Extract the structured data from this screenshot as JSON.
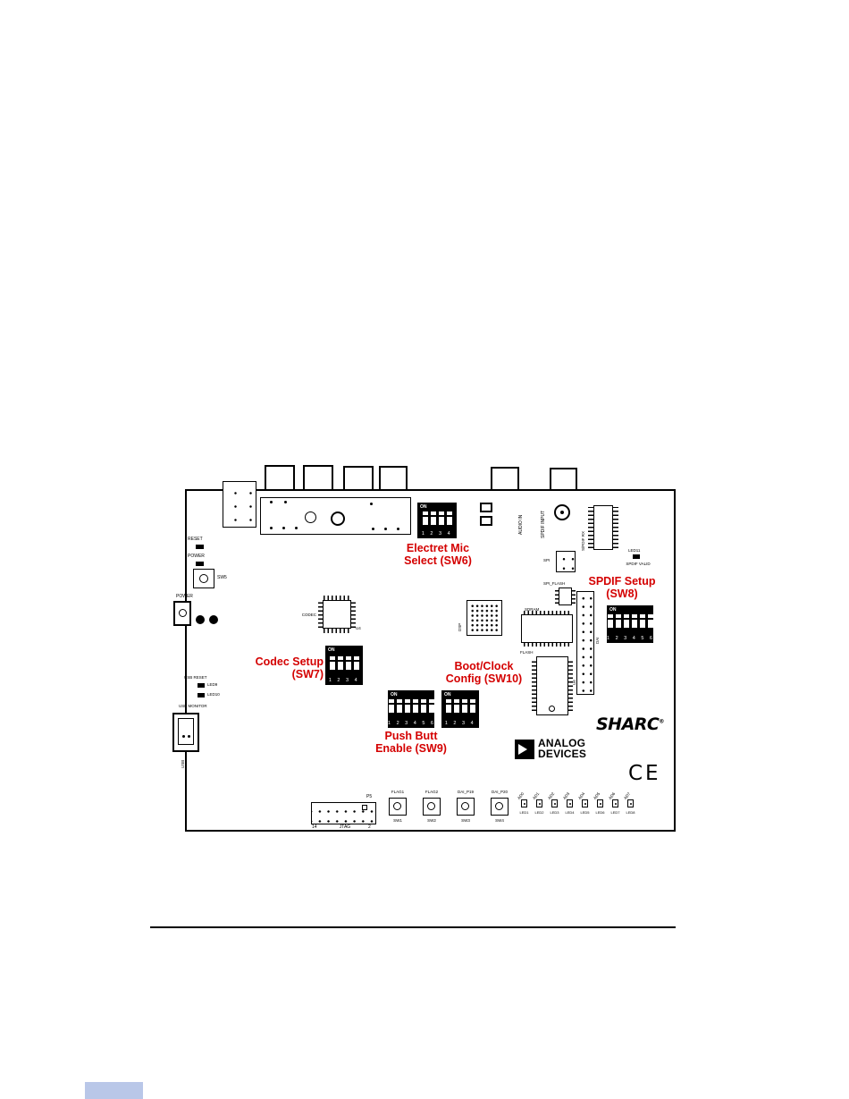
{
  "annotations": {
    "color": "#d40000",
    "electret": {
      "line1": "Electret Mic",
      "line2": "Select (SW6)"
    },
    "codec": {
      "line1": "Codec Setup",
      "line2": "(SW7)"
    },
    "spdif": {
      "line1": "SPDIF Setup",
      "line2": "(SW8)"
    },
    "boot": {
      "line1": "Boot/Clock",
      "line2": "Config (SW10)"
    },
    "push": {
      "line1": "Push Butt",
      "line2": "Enable (SW9)"
    }
  },
  "switches": {
    "sw6": {
      "on": "ON",
      "numbers": "1 2 3 4"
    },
    "sw7": {
      "on": "ON",
      "numbers": "1 2 3 4"
    },
    "sw8": {
      "on": "ON",
      "numbers": "1 2 3 4 5 6"
    },
    "sw9": {
      "on": "ON",
      "numbers": "1 2 3 4 5 6"
    },
    "sw10": {
      "on": "ON",
      "numbers": "1 2 3 4"
    }
  },
  "silkscreen": {
    "audio_in": "AUDIO IN",
    "spdif_input": "SPDIF INPUT",
    "spdif_rx": "S/PDIF RX",
    "led11": "LED11",
    "spdif_valid": "SPDIF VALID",
    "reset": "RESET",
    "power": "POWER",
    "sw5": "SW5",
    "power_jack": "POWER",
    "codec": "CODEC",
    "u4": "U4",
    "dsp": "DSP",
    "sdram": "SDRAM",
    "spi": "SPI",
    "spi_flash": "SPI_FLASH",
    "dai": "DAI",
    "flash": "FLASH",
    "u6": "U6",
    "usb_reset": "USB RESET",
    "led9": "LED9",
    "led10": "LED10",
    "usb_monitor": "USB MONITOR",
    "usb": "USB",
    "jtag": "JTAG",
    "p5": "P5",
    "jtag_pin14": "14",
    "jtag_pin2": "2"
  },
  "push_buttons": [
    {
      "label": "FLAG1",
      "ref": "SW1"
    },
    {
      "label": "FLAG2",
      "ref": "SW2"
    },
    {
      "label": "DAI_P19",
      "ref": "SW3"
    },
    {
      "label": "DAI_P20",
      "ref": "SW4"
    }
  ],
  "led_row": {
    "top": [
      "AD0",
      "AD1",
      "AD2",
      "AD3",
      "AD4",
      "AD5",
      "AD6",
      "AD7"
    ],
    "bottom": [
      "LED1",
      "LED2",
      "LED3",
      "LED4",
      "LED5",
      "LED6",
      "LED7",
      "LED8"
    ]
  },
  "logos": {
    "analog_line1": "ANALOG",
    "analog_line2": "DEVICES",
    "sharc": "SHARC",
    "registered": "®",
    "ce": "CE"
  }
}
